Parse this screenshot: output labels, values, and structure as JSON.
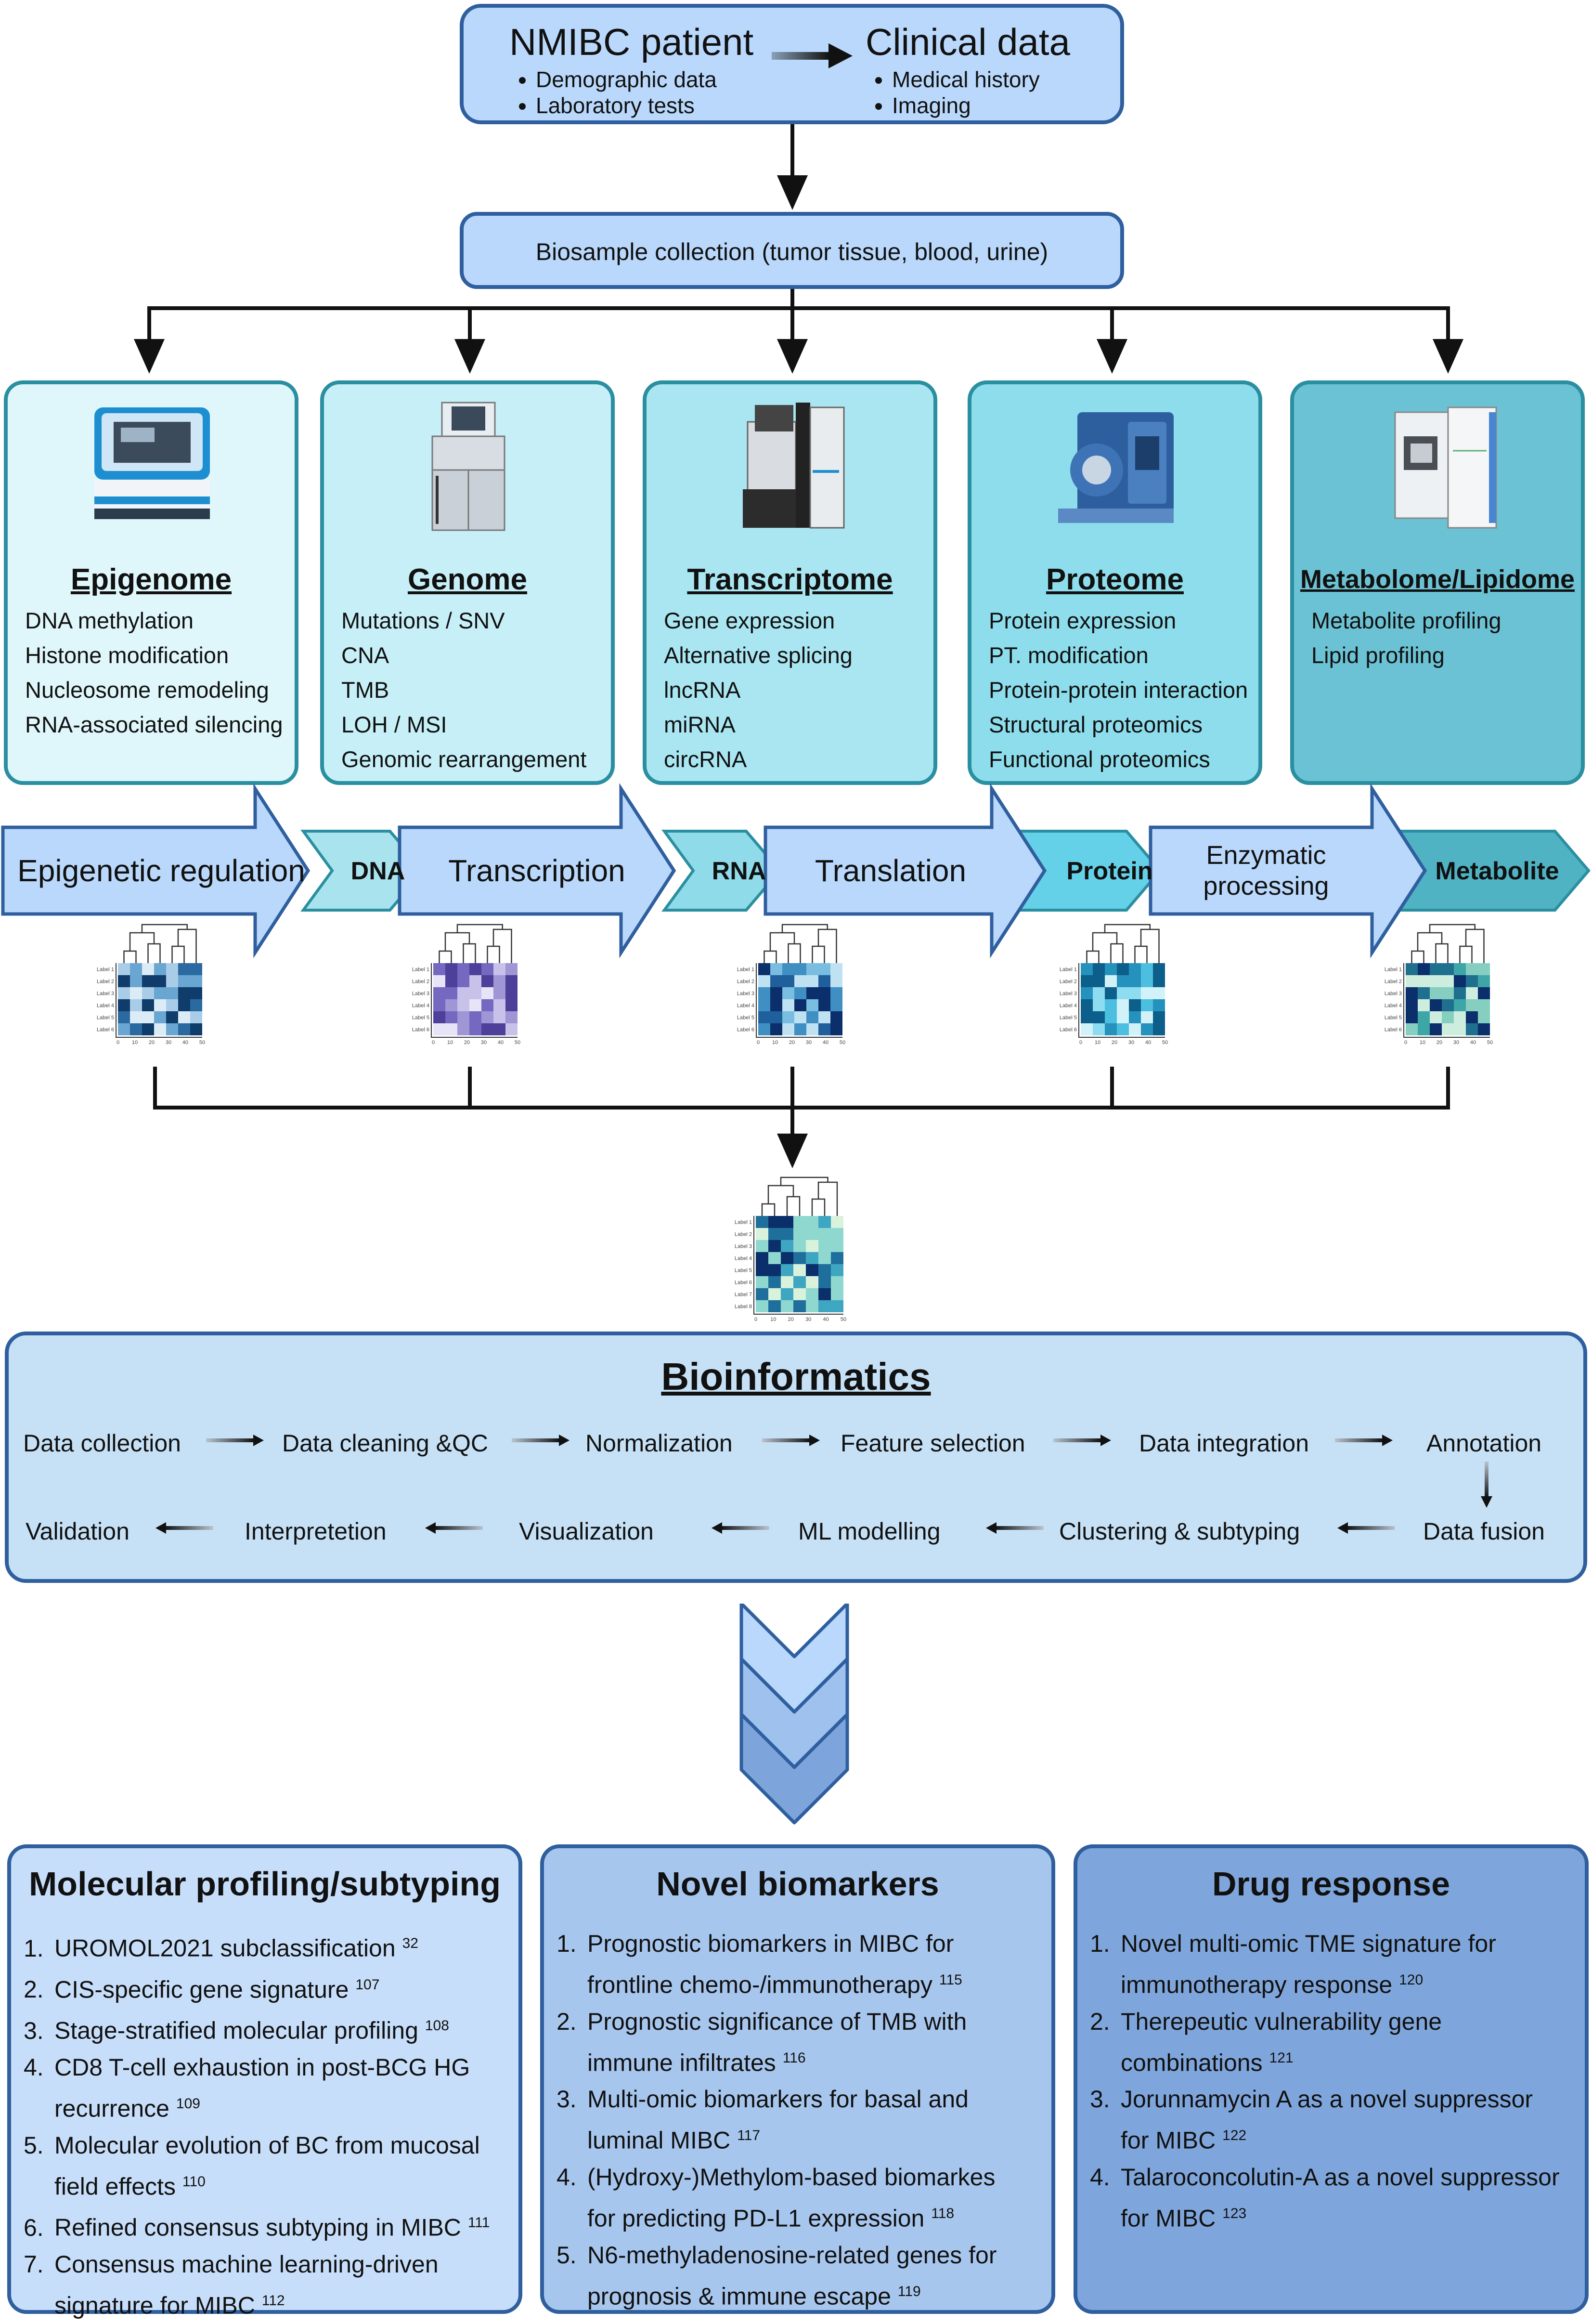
{
  "patient": {
    "title": "NMIBC patient",
    "items": [
      "Demographic data",
      "Laboratory tests"
    ]
  },
  "clinical": {
    "title": "Clinical data",
    "items": [
      "Medical history",
      "Imaging"
    ]
  },
  "biosample": "Biosample collection (tumor tissue, blood, urine)",
  "omics": [
    {
      "title": "Epigenome",
      "icon": "sequencer-icon",
      "items": [
        "DNA methylation",
        "Histone modification",
        "Nucleosome remodeling",
        "RNA-associated silencing"
      ],
      "color": "#dff6fb"
    },
    {
      "title": "Genome",
      "icon": "genome-sequencer-icon",
      "items": [
        "Mutations / SNV",
        "CNA",
        "TMB",
        "LOH / MSI",
        "Genomic rearrangement"
      ],
      "color": "#c6eff8"
    },
    {
      "title": "Transcriptome",
      "icon": "rna-sequencer-icon",
      "items": [
        "Gene expression",
        "Alternative splicing",
        "lncRNA",
        "miRNA",
        "circRNA"
      ],
      "color": "#a9e6f2"
    },
    {
      "title": "Proteome",
      "icon": "mass-spectrometer-icon",
      "items": [
        "Protein expression",
        "PT. modification",
        "Protein-protein interaction",
        "Structural proteomics",
        "Functional proteomics"
      ],
      "color": "#8dddec"
    },
    {
      "title": "Metabolome/Lipidome",
      "icon": "lc-ms-instrument-icon",
      "items": [
        "Metabolite profiling",
        "Lipid profiling"
      ],
      "color": "#6bc2d4"
    }
  ],
  "dogma": {
    "arrows": [
      "Epigenetic regulation",
      "Transcription",
      "Translation",
      "Enzymatic processing"
    ],
    "molecules": [
      "DNA",
      "RNA",
      "Protein",
      "Metabolite"
    ]
  },
  "heatmaps": {
    "row_labels": [
      "Label 1",
      "Label 2",
      "Label 3",
      "Label 4",
      "Label 5",
      "Label 6"
    ],
    "integrated_row_labels": [
      "Label 1",
      "Label 2",
      "Label 3",
      "Label 4",
      "Label 5",
      "Label 6",
      "Label 7",
      "Label 8"
    ],
    "col_ticks": [
      "0",
      "10",
      "20",
      "30",
      "40",
      "50"
    ],
    "palettes": {
      "epigenome": [
        "#0f3c6b",
        "#2a6aa0",
        "#6aa6d2",
        "#a9cde8",
        "#dcecf7"
      ],
      "genome": [
        "#4d3f9a",
        "#7468c0",
        "#9f96d6",
        "#c8c1ea",
        "#e8e4f7"
      ],
      "transcriptome": [
        "#0a2f6b",
        "#1f5f9c",
        "#3f8fc2",
        "#79bde0",
        "#bfe2f2"
      ],
      "proteome": [
        "#0b5f8a",
        "#2592bd",
        "#4cbfe0",
        "#8edcf0",
        "#d2f2fa"
      ],
      "metabolome": [
        "#0a2f6b",
        "#1f6f8f",
        "#3fa6a8",
        "#86cfc0",
        "#cdeedf"
      ],
      "integrated": [
        "#0a2f6b",
        "#1f6f9c",
        "#3fa6c2",
        "#8fd8d0",
        "#d8f2dc"
      ]
    }
  },
  "bioinformatics": {
    "title": "Bioinformatics",
    "row1": [
      "Data collection",
      "Data cleaning &QC",
      "Normalization",
      "Feature selection",
      "Data integration",
      "Annotation"
    ],
    "row2": [
      "Validation",
      "Interpretetion",
      "Visualization",
      "ML modelling",
      "Clustering & subtyping",
      "Data fusion"
    ]
  },
  "results": [
    {
      "title": "Molecular profiling/subtyping",
      "color": "#c7defa",
      "items": [
        {
          "n": "1.",
          "lines": [
            "UROMOL2021 subclassification"
          ],
          "ref": "32"
        },
        {
          "n": "2.",
          "lines": [
            "CIS-specific gene signature"
          ],
          "ref": "107"
        },
        {
          "n": "3.",
          "lines": [
            "Stage-stratified molecular profiling"
          ],
          "ref": "108"
        },
        {
          "n": "4.",
          "lines": [
            "CD8 T-cell exhaustion in post-BCG HG",
            "recurrence"
          ],
          "ref": "109"
        },
        {
          "n": "5.",
          "lines": [
            "Molecular evolution of BC from mucosal",
            "field effects"
          ],
          "ref": "110"
        },
        {
          "n": "6.",
          "lines": [
            "Refined consensus subtyping in MIBC"
          ],
          "ref": "111"
        },
        {
          "n": "7.",
          "lines": [
            "Consensus machine learning-driven",
            "signature for MIBC"
          ],
          "ref": "112"
        }
      ]
    },
    {
      "title": "Novel biomarkers",
      "color": "#a7c6ee",
      "items": [
        {
          "n": "1.",
          "lines": [
            "Prognostic biomarkers in MIBC for",
            "frontline chemo-/immunotherapy"
          ],
          "ref": "115"
        },
        {
          "n": "2.",
          "lines": [
            "Prognostic significance of TMB with",
            "immune infiltrates"
          ],
          "ref": "116"
        },
        {
          "n": "3.",
          "lines": [
            "Multi-omic biomarkers for basal and",
            "luminal MIBC"
          ],
          "ref": "117"
        },
        {
          "n": "4.",
          "lines": [
            "(Hydroxy-)Methylom-based biomarkes",
            "for predicting PD-L1 expression"
          ],
          "ref": "118"
        },
        {
          "n": "5.",
          "lines": [
            "N6-methyladenosine-related genes for",
            "prognosis & immune escape"
          ],
          "ref": "119"
        }
      ]
    },
    {
      "title": "Drug response",
      "color": "#7fa6dc",
      "items": [
        {
          "n": "1.",
          "lines": [
            "Novel multi-omic TME signature for",
            "immunotherapy response"
          ],
          "ref": "120"
        },
        {
          "n": "2.",
          "lines": [
            "Therepeutic vulnerability gene",
            "combinations"
          ],
          "ref": "121"
        },
        {
          "n": "3.",
          "lines": [
            "Jorunnamycin A as a novel suppressor",
            "for MIBC"
          ],
          "ref": "122"
        },
        {
          "n": "4.",
          "lines": [
            "Talaroconcolutin-A as a novel suppressor",
            "for MIBC"
          ],
          "ref": "123"
        }
      ]
    }
  ]
}
